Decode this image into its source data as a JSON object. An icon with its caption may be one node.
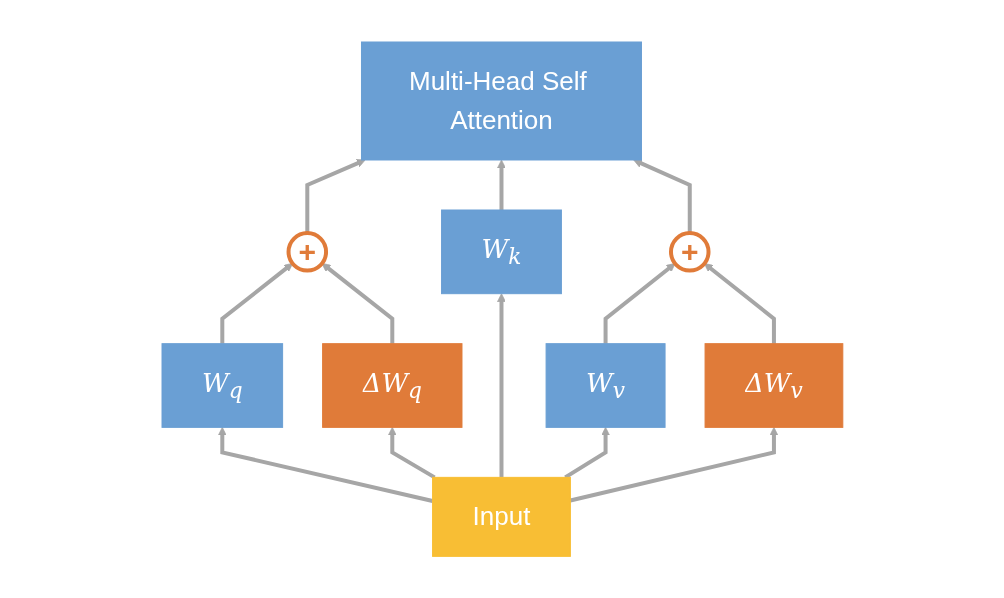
{
  "diagram": {
    "nodes": [
      {
        "text": [
          "Multi-Head Self Attention"
        ]
      },
      {
        "text": [
          "+"
        ]
      },
      {
        "text": [
          "+"
        ]
      },
      {
        "text": [
          "W$_{q}$"
        ]
      },
      {
        "text": [
          "ΔW$_{q}$"
        ]
      },
      {
        "text": [
          "W$_{k}$"
        ]
      },
      {
        "text": [
          "W$_{v}$"
        ]
      },
      {
        "text": [
          "ΔW$_{v}$"
        ]
      },
      {
        "text": [
          "Input"
        ]
      }
    ],
    "edges": [
      {
        "from": 8,
        "to": 3,
        "arrow": "to"
      },
      {
        "from": 8,
        "to": 4,
        "arrow": "to"
      },
      {
        "from": 8,
        "to": 5,
        "arrow": "to"
      },
      {
        "from": 8,
        "to": 6,
        "arrow": "to"
      },
      {
        "from": 8,
        "to": 7,
        "arrow": "to"
      },
      {
        "from": 3,
        "to": 1,
        "arrow": "to"
      },
      {
        "from": 4,
        "to": 1,
        "arrow": "to"
      },
      {
        "from": 6,
        "to": 2,
        "arrow": "to"
      },
      {
        "from": 7,
        "to": 2,
        "arrow": "to"
      },
      {
        "from": 1,
        "to": 0,
        "arrow": "to"
      },
      {
        "from": 5,
        "to": 0,
        "arrow": "to"
      },
      {
        "from": 2,
        "to": 0,
        "arrow": "to"
      }
    ]
  }
}
